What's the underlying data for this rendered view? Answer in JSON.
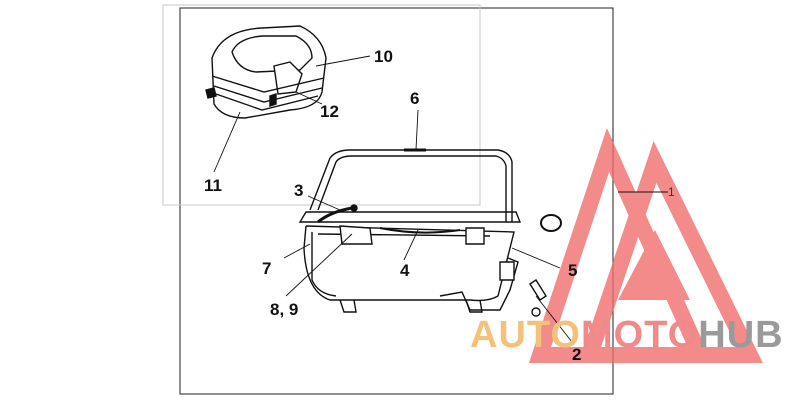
{
  "callouts": {
    "c1": "1",
    "c2": "2",
    "c3": "3",
    "c4": "4",
    "c5": "5",
    "c6": "6",
    "c7": "7",
    "c89": "8, 9",
    "c10": "10",
    "c11": "11",
    "c12": "12"
  },
  "watermark": {
    "part1": "AUTO",
    "part2": "MOTO",
    "part3": "HUB",
    "color_auto": "#f3c27a",
    "color_moto": "#f08a8a",
    "color_hub": "#9a9a9a",
    "logo_color": "#f06b6b"
  }
}
